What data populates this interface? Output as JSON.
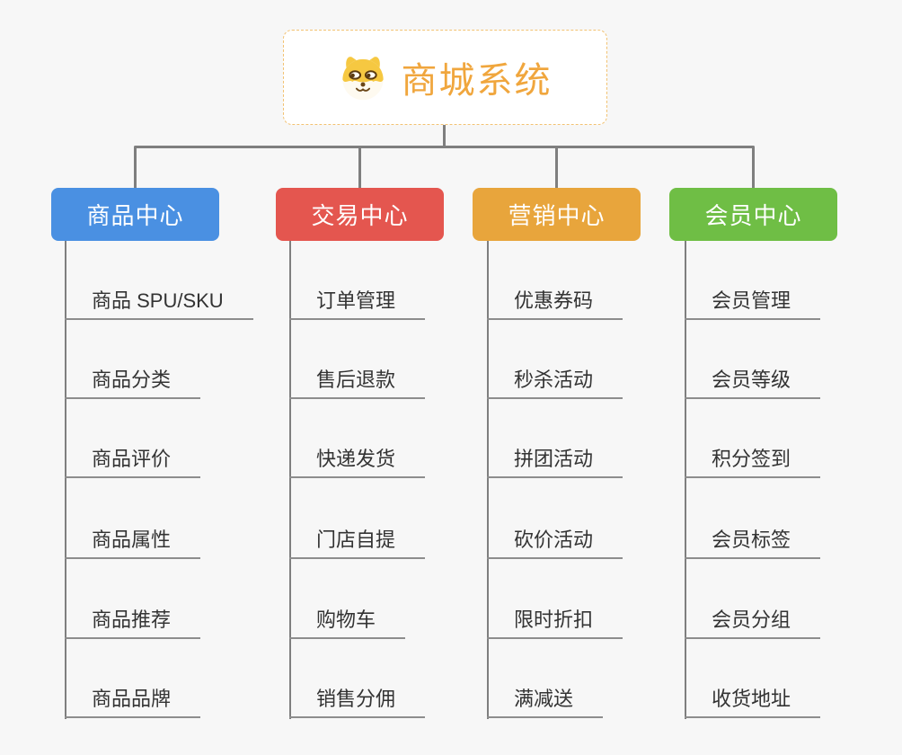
{
  "app": {
    "type": "mind-map",
    "background_color": "#f7f7f7"
  },
  "root": {
    "title": "商城系统",
    "icon": "shiba-dog-icon",
    "text_color": "#f0a63d",
    "border_color": "#f2c272"
  },
  "branches": [
    {
      "label": "商品中心",
      "color": "#4a90e2",
      "children": [
        "商品 SPU/SKU",
        "商品分类",
        "商品评价",
        "商品属性",
        "商品推荐",
        "商品品牌"
      ]
    },
    {
      "label": "交易中心",
      "color": "#e4564f",
      "children": [
        "订单管理",
        "售后退款",
        "快递发货",
        "门店自提",
        "购物车",
        "销售分佣"
      ]
    },
    {
      "label": "营销中心",
      "color": "#e8a53c",
      "children": [
        "优惠券码",
        "秒杀活动",
        "拼团活动",
        "砍价活动",
        "限时折扣",
        "满减送"
      ]
    },
    {
      "label": "会员中心",
      "color": "#6fbe45",
      "children": [
        "会员管理",
        "会员等级",
        "积分签到",
        "会员标签",
        "会员分组",
        "收货地址"
      ]
    }
  ],
  "colors": {
    "connector": "#7f7f7f",
    "leaf_underline": "#8d8d8d",
    "leaf_text": "#333333"
  }
}
